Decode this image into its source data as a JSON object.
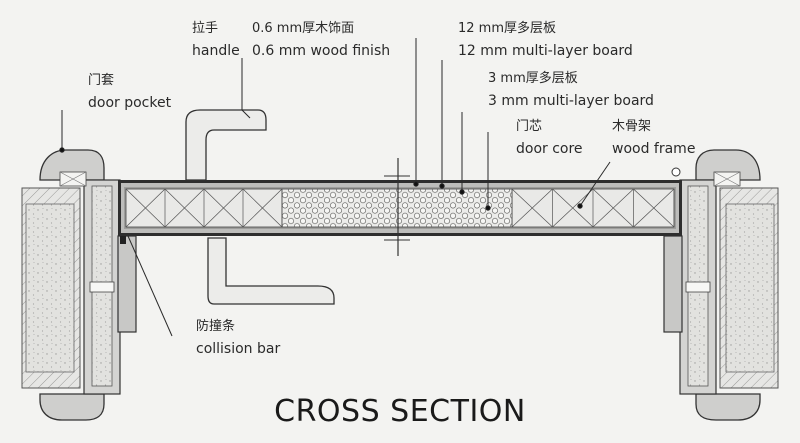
{
  "labels": {
    "handle": {
      "zh": "拉手",
      "en": "handle"
    },
    "wood_finish": {
      "zh": "0.6 mm厚木饰面",
      "en": "0.6 mm wood finish"
    },
    "board_12": {
      "zh": "12 mm厚多层板",
      "en": "12 mm multi-layer board"
    },
    "board_3": {
      "zh": "3 mm厚多层板",
      "en": "3 mm multi-layer board"
    },
    "door_pocket": {
      "zh": "门套",
      "en": "door pocket"
    },
    "door_core": {
      "zh": "门芯",
      "en": "door core"
    },
    "wood_frame": {
      "zh": "木骨架",
      "en": "wood frame"
    },
    "collision_bar": {
      "zh": "防撞条",
      "en": "collision bar"
    }
  },
  "caption": "CROSS SECTION"
}
